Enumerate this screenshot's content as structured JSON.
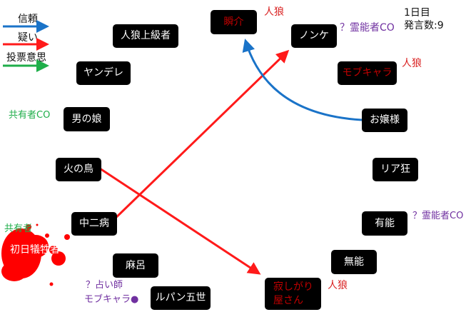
{
  "legend": {
    "trust": {
      "label": "信頼",
      "color": "#1a73c8"
    },
    "doubt": {
      "label": "疑い",
      "color": "#ff1a1a"
    },
    "vote": {
      "label": "投票意思",
      "color": "#1fae4a"
    }
  },
  "status": {
    "day": "1日目",
    "posts": "発言数:9"
  },
  "nodes": {
    "shunsuke": "瞬介",
    "nonke": "ノンケ",
    "mob": "モブキャラ",
    "jinro_jokyu": "人狼上級者",
    "yandere": "ヤンデレ",
    "otoko_no_ko": "男の娘",
    "ojousama": "お嬢様",
    "hinotori": "火の鳥",
    "riakyo": "リア狂",
    "chuni": "中二病",
    "yuno": "有能",
    "victim": "初日犠牲者",
    "maro": "麻呂",
    "muno": "無能",
    "lupin": "ルパン五世",
    "sabishigari_1": "寂しがり",
    "sabishigari_2": "屋さん"
  },
  "annotations": {
    "shunsuke_role": "人狼",
    "nonke_co": "？霊能者CO",
    "mob_role": "人狼",
    "otoko_co": "共有者CO",
    "yuno_co": "？霊能者CO",
    "victim_role": "共有者",
    "maro_note_1": "？占い師",
    "maro_note_2": "モブキャラ●",
    "sabishigari_role": "人狼"
  },
  "colors": {
    "wolf_text": "#c00000",
    "co_purple": "#7030a0",
    "shared_green": "#1fae4a",
    "blood": "#ff0000"
  },
  "edges": [
    {
      "type": "doubt",
      "from": "中二病",
      "to": "ノンケ"
    },
    {
      "type": "doubt",
      "from": "火の鳥",
      "to": "寂しがり屋さん"
    },
    {
      "type": "trust",
      "from": "お嬢様",
      "to": "瞬介"
    }
  ]
}
